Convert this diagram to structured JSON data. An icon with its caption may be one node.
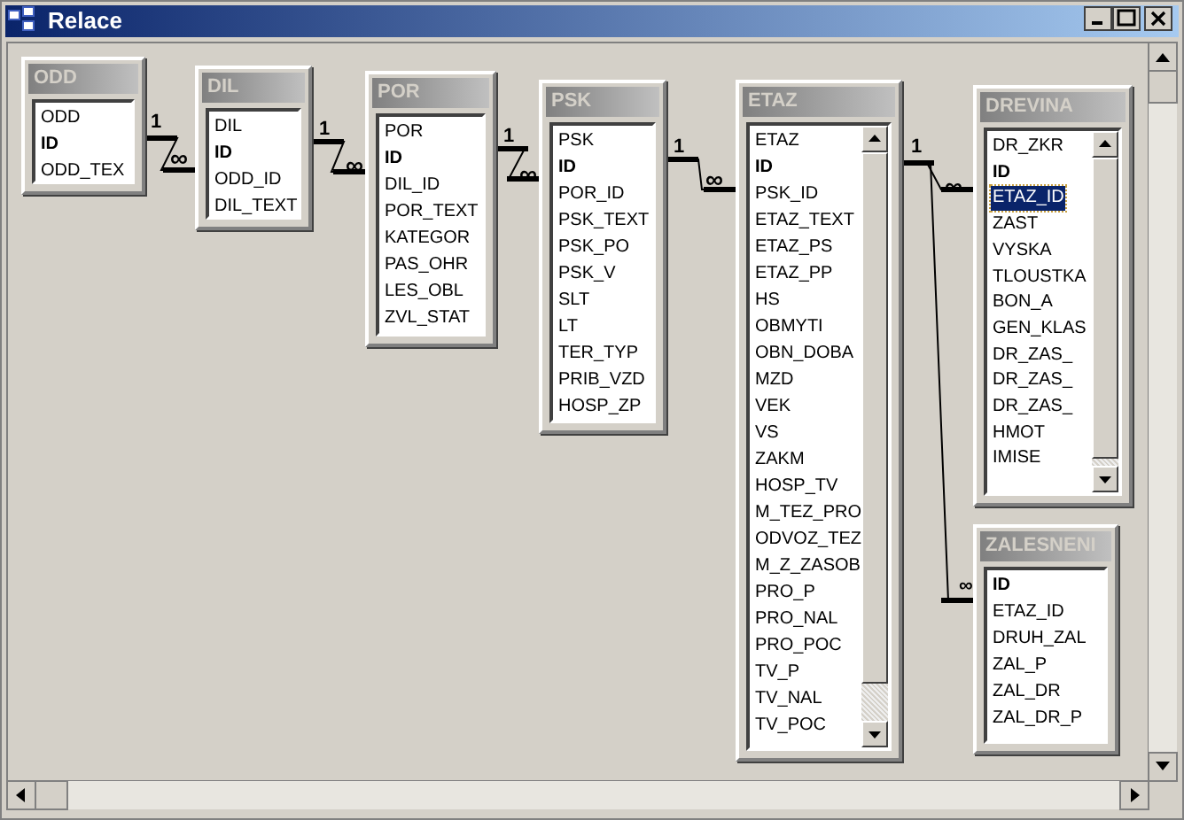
{
  "diagram": {
    "title": "Relace",
    "nodes": [
      {
        "text": [
          "ODD",
          "ODD",
          "**ID**",
          "ODD_TEX"
        ]
      },
      {
        "text": [
          "DIL",
          "DIL",
          "**ID**",
          "ODD_ID",
          "DIL_TEXT"
        ]
      },
      {
        "text": [
          "POR",
          "POR",
          "**ID**",
          "DIL_ID",
          "POR_TEXT",
          "KATEGOR",
          "PAS_OHR",
          "LES_OBL",
          "ZVL_STAT"
        ]
      },
      {
        "text": [
          "PSK",
          "PSK",
          "**ID**",
          "POR_ID",
          "PSK_TEXT",
          "PSK_PO",
          "PSK_V",
          "SLT",
          "LT",
          "TER_TYP",
          "PRIB_VZD",
          "HOSP_ZP"
        ]
      },
      {
        "text": [
          "ETAZ",
          "ETAZ",
          "**ID**",
          "PSK_ID",
          "ETAZ_TEXT",
          "ETAZ_PS",
          "ETAZ_PP",
          "HS",
          "OBMYTI",
          "OBN_DOBA",
          "MZD",
          "VEK",
          "VS",
          "ZAKM",
          "HOSP_TV",
          "M_TEZ_PRO",
          "ODVOZ_TEZ",
          "M_Z_ZASOB",
          "PRO_P",
          "PRO_NAL",
          "PRO_POC",
          "TV_P",
          "TV_NAL",
          "TV_POC"
        ]
      },
      {
        "text": [
          "DREVINA",
          "DR_ZKR",
          "**ID**",
          "ETAZ_ID",
          "ZAST",
          "VYSKA",
          "TLOUSTKA",
          "BON_A",
          "GEN_KLAS",
          "DR_ZAS_",
          "DR_ZAS_",
          "DR_ZAS_",
          "HMOT",
          "IMISE"
        ]
      },
      {
        "text": [
          "ZALESNENI",
          "**ID**",
          "ETAZ_ID",
          "DRUH_ZAL",
          "ZAL_P",
          "ZAL_DR",
          "ZAL_DR_P"
        ]
      }
    ],
    "edges": [
      {
        "from": 0,
        "to": 1,
        "arrow": "other"
      },
      {
        "from": 1,
        "to": 2,
        "arrow": "other"
      },
      {
        "from": 2,
        "to": 3,
        "arrow": "other"
      },
      {
        "from": 3,
        "to": 4,
        "arrow": "other"
      },
      {
        "from": 4,
        "to": 5,
        "arrow": "other"
      },
      {
        "from": 4,
        "to": 6,
        "arrow": "other"
      }
    ],
    "labels": [
      "1",
      "∞",
      "1",
      "∞",
      "1",
      "∞",
      "1",
      "∞",
      "1",
      "∞",
      "∞"
    ]
  }
}
